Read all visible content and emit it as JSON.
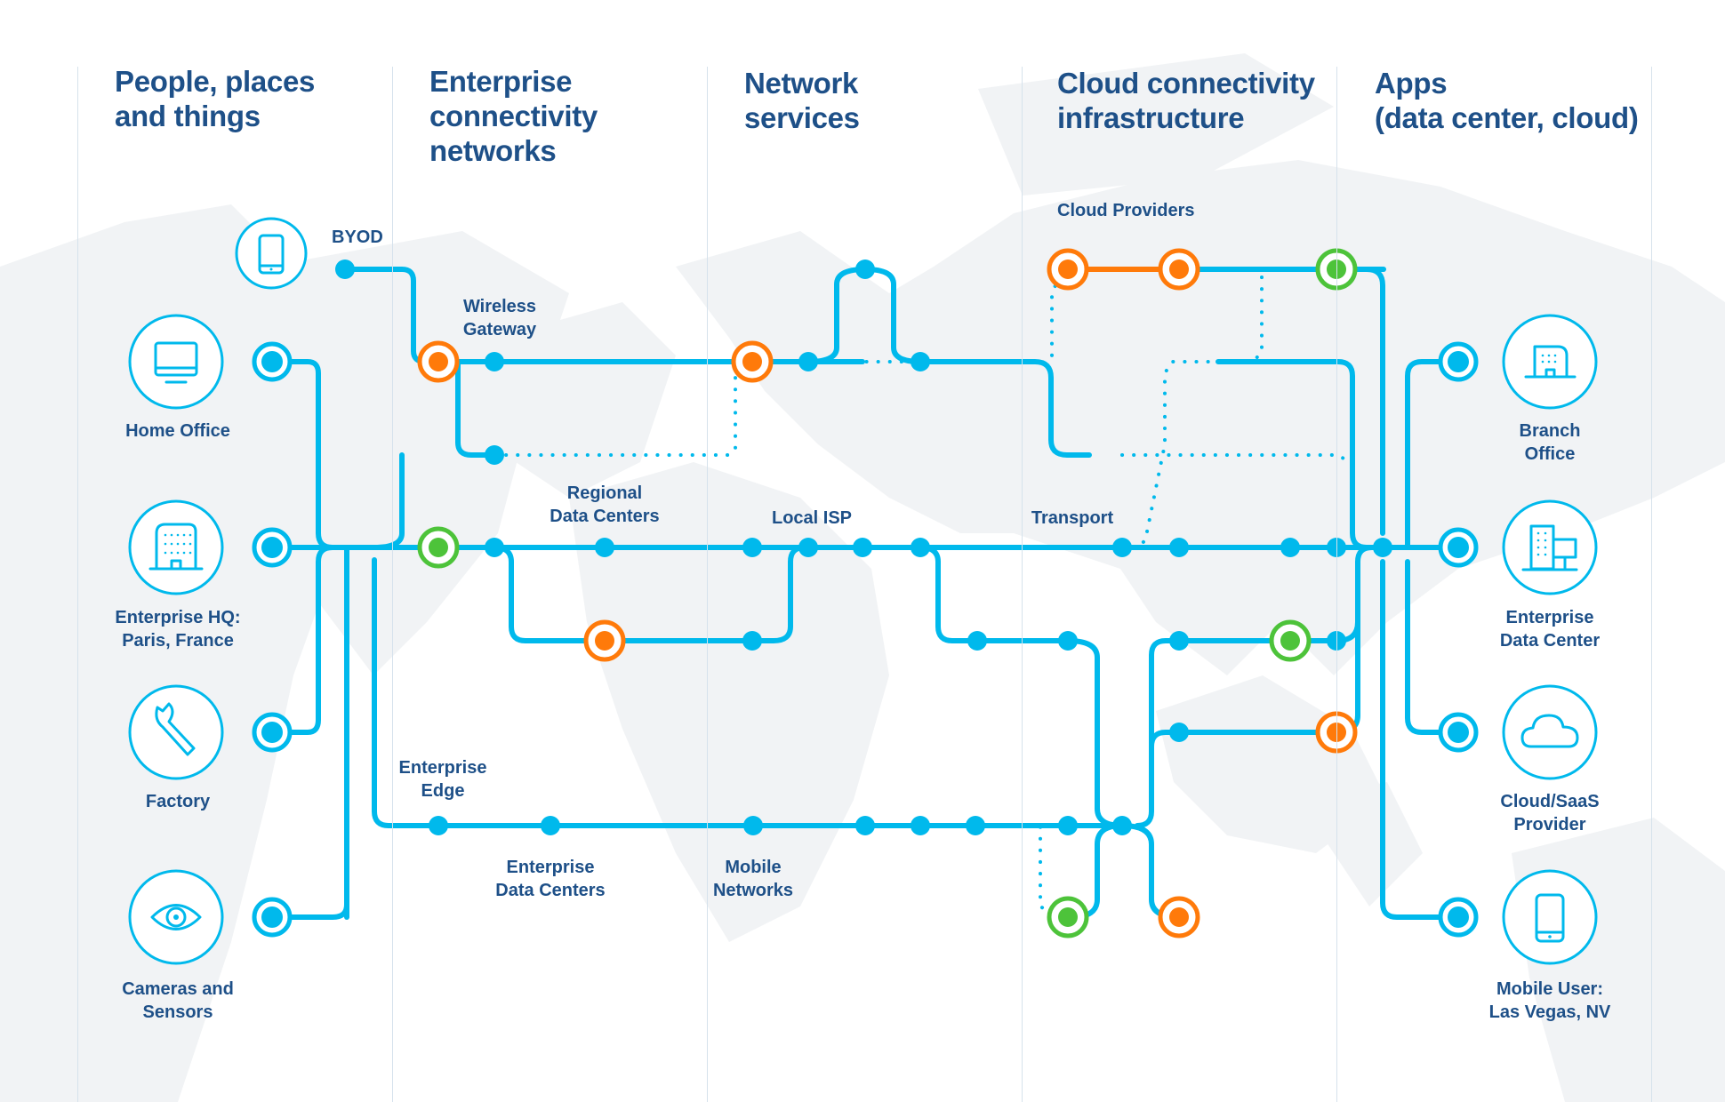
{
  "colors": {
    "line": "#00b9ec",
    "green": "#4dc33a",
    "orange": "#ff7a0a",
    "title": "#1e5088",
    "map": "#f1f3f5",
    "divider": "#d6e2ec"
  },
  "columns": [
    {
      "title": "People, places\nand things"
    },
    {
      "title": "Enterprise\nconnectivity\nnetworks"
    },
    {
      "title": "Network\nservices"
    },
    {
      "title": "Cloud connectivity\ninfrastructure"
    },
    {
      "title": "Apps\n(data center, cloud)"
    }
  ],
  "endpoints_left": [
    {
      "label": "Home Office",
      "icon": "desktop-monitor-icon"
    },
    {
      "label": "Enterprise HQ:\nParis, France",
      "icon": "office-building-icon"
    },
    {
      "label": "Factory",
      "icon": "wrench-icon"
    },
    {
      "label": "Cameras and\nSensors",
      "icon": "eye-icon"
    }
  ],
  "byod": {
    "label": "BYOD",
    "icon": "smartphone-icon"
  },
  "endpoints_right": [
    {
      "label": "Branch\nOffice",
      "icon": "branch-building-icon"
    },
    {
      "label": "Enterprise\nData Center",
      "icon": "data-center-building-icon"
    },
    {
      "label": "Cloud/SaaS\nProvider",
      "icon": "cloud-icon"
    },
    {
      "label": "Mobile User:\nLas Vegas, NV",
      "icon": "smartphone-icon"
    }
  ],
  "network_labels": {
    "wireless_gateway": "Wireless\nGateway",
    "regional_data_centers": "Regional\nData Centers",
    "local_isp": "Local ISP",
    "transport": "Transport",
    "cloud_providers": "Cloud Providers",
    "enterprise_edge": "Enterprise\nEdge",
    "enterprise_data_centers": "Enterprise\nData Centers",
    "mobile_networks": "Mobile\nNetworks"
  },
  "legend_kinds": {
    "station": "regular network node",
    "orange": "highlighted node (orange ring)",
    "green": "highlighted node (green ring)",
    "terminal": "endpoint connection"
  }
}
